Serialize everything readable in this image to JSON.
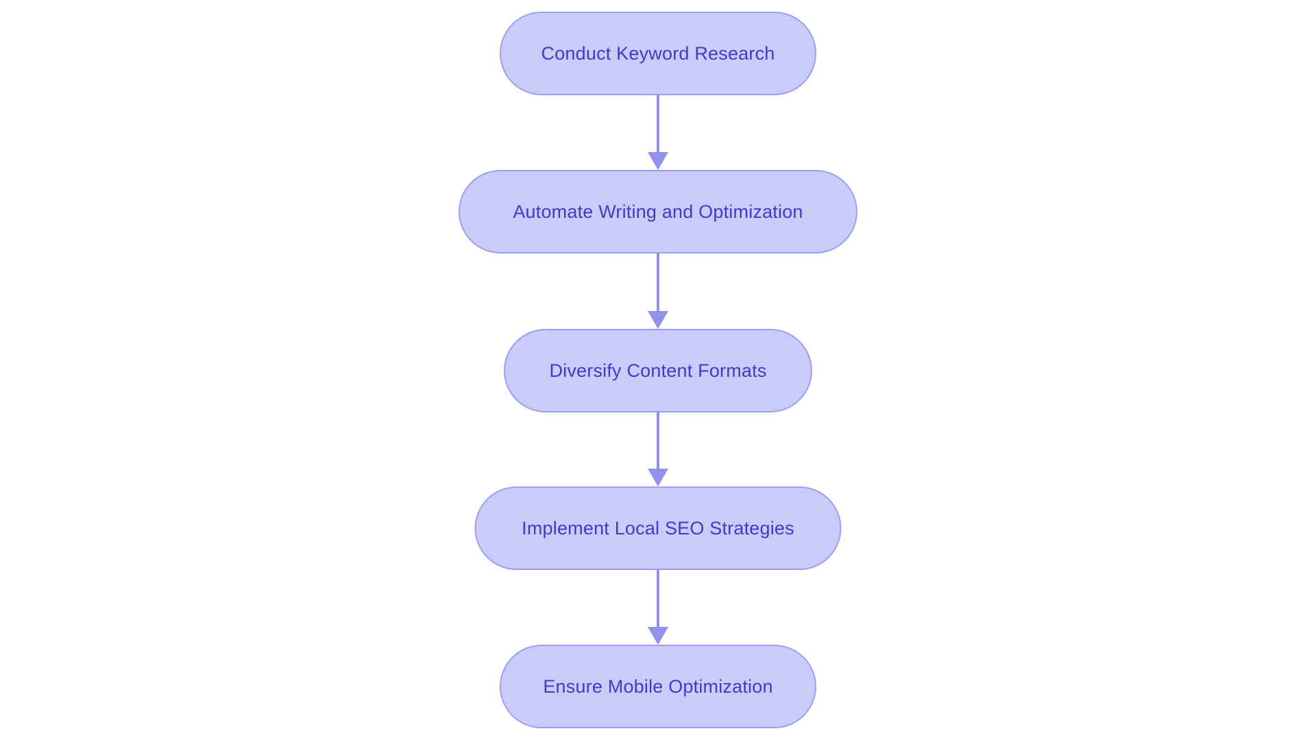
{
  "diagram": {
    "type": "flowchart",
    "direction": "top-down",
    "nodes": [
      {
        "id": "step-1",
        "label": "Conduct Keyword Research"
      },
      {
        "id": "step-2",
        "label": "Automate Writing and Optimization"
      },
      {
        "id": "step-3",
        "label": "Diversify Content Formats"
      },
      {
        "id": "step-4",
        "label": "Implement Local SEO Strategies"
      },
      {
        "id": "step-5",
        "label": "Ensure Mobile Optimization"
      }
    ],
    "edges": [
      {
        "from": "step-1",
        "to": "step-2"
      },
      {
        "from": "step-2",
        "to": "step-3"
      },
      {
        "from": "step-3",
        "to": "step-4"
      },
      {
        "from": "step-4",
        "to": "step-5"
      }
    ],
    "colors": {
      "node_fill": "#c9cbf8",
      "node_border": "#9aa0ed",
      "node_text": "#3d3cc8",
      "arrow": "#8f93ea",
      "background": "#ffffff"
    }
  }
}
